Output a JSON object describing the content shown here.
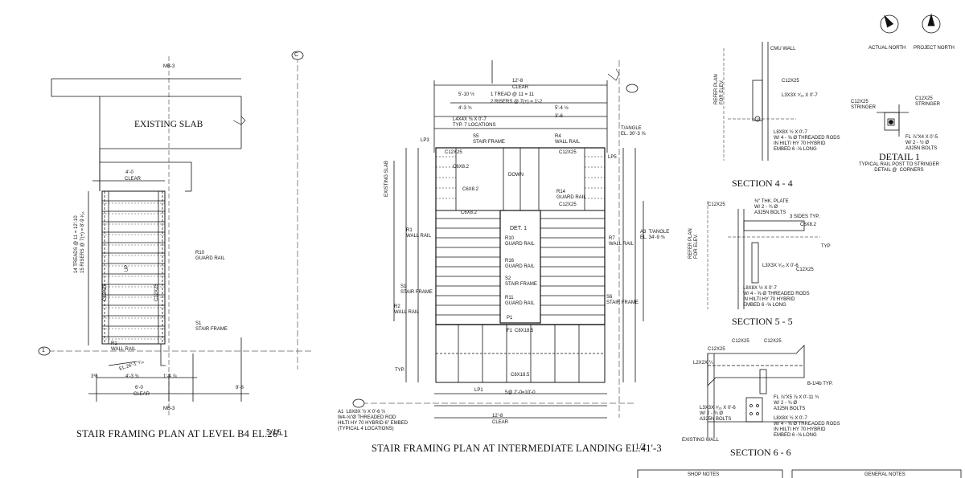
{
  "plan_b4": {
    "existing_slab": "EXISTING SLAB",
    "grid_c": "C",
    "grid_1": "1",
    "mb_tag": "MB-3",
    "clear_top": "4'-0",
    "clear_top_lbl": "CLEAR",
    "guard_rail": "R10\nGUARD RAIL",
    "stair_frame": "S1\nSTAIR FRAME",
    "wall_rail": "R1\nWALL RAIL",
    "c12x25": "C12X25",
    "treads": "14 TREADS @  11 = 12'-10",
    "risers": "15 RISERS @  7(+) = 8'-9 ¹⁄₁₆",
    "up": "UP",
    "el": "EL.26'-1 ⁵⁄₁₆",
    "dim_bottom": "4'-3 ¾",
    "dim_338": "3⅜",
    "dim_147": "1'-4 ⅞",
    "clear_bottom": "6'-0",
    "clear_bottom_lbl": "CLEAR",
    "dim_98": "9'-8",
    "title": "STAIR FRAMING PLAN AT LEVEL B4 EL.26'-1",
    "scale": "5/16"
  },
  "plan_land": {
    "dim_128": "12'-8",
    "clear": "CLEAR",
    "tread1": "1 TREAD @   11 = 11",
    "risers2": "2 RISERS @   7(+) = 1'-2",
    "dim_51": "5'-10 ½",
    "dim_43": "4'-3 ¾",
    "dim_36": "3'-6",
    "dim_54": "5'-4 ⅛",
    "angle_note": "L4X4X ⅜ X 0'-7\nTYP. 7 LOCATIONS",
    "s5": "S5\nSTAIR FRAME",
    "r4": "R4\nWALL RAIL",
    "t_angle": "T/ANGLE\nEL. 30'-3 ⅝",
    "t_angle2": "A3  T/ANGLE\nEL. 34'-9 ⅜",
    "lp3": "LP3",
    "lp5": "LP5",
    "lp1": "LP1",
    "c6": "C6X8.2",
    "c12": "C12X25",
    "c8": "C8X18.5",
    "down": "DOWN",
    "det1": "DET. 1",
    "r10": "R10\nGUARD RAIL",
    "r16": "R16\nGUARD RAIL",
    "s2": "S2\nSTAIR FRAME",
    "r11": "R11\nGUARD RAIL",
    "r14": "R14\nGUARD RAIL",
    "r7": "R7\nWALL RAIL",
    "s6": "S6\nSTAIR FRAME",
    "r1": "R1\nWALL RAIL",
    "s1": "S1\nSTAIR FRAME",
    "r2": "R2\nWALL RAIL",
    "p1": "P1",
    "f1": "F1",
    "existing_slab": "EXISTING SLAB",
    "typ": "TYP.",
    "bottom_spacing": "5@ 2'-0=10'-0",
    "a1_note": "A1  L8X8X ½ X 0'-6 ½\nW4-⅝\"Ø THREADED ROD\nHILTI HY 70 HYBRID 6\" EMBED\n(TYPICAL 4 LOCATIONS)",
    "title": "STAIR FRAMING PLAN AT INTERMEDIATE LANDING EL.41'-3",
    "scale": "1/2"
  },
  "north": {
    "actual": "ACTUAL NORTH",
    "project": "PROJECT NORTH"
  },
  "sections": {
    "s44_title": "SECTION  4 - 4",
    "s55_title": "SECTION  5 - 5",
    "s66_title": "SECTION  6 - 6",
    "det1_title": "DETAIL  1",
    "det1_sub": "TYPICAL RAIL POST TO STRINGER\nDETAIL @  CORNERS",
    "cmu": "CMU WALL",
    "refer": "REFER PLAN\nFOR ELEV.",
    "c12": "C12X25",
    "l3x3": "L3X3X ⁵⁄₁₆ X 0'-7",
    "l8x8": "L8X8X ½ X 0'-7\nW/ 4 - ⅝ Ø THREADED RODS\nIN HILTI HY 70 HYBRID\nEMBED 6 -⅝ LONG",
    "plate": "⅜\" THK. PLATE\nW/ 2 - ¾ Ø\nA325N BOLTS",
    "sides": "3 SIDES TYP.",
    "c6": "C6X8.2",
    "l3x3b": "L3X3X ⁵⁄₁₆ X 0'-6",
    "typ": "TYP",
    "det_stringer": "C12X25\nSTRINGER",
    "det_fl": "FL ⅞\"X4 X 0'-5\nW/ 2 - ½ Ø\nA325N BOLTS",
    "l2x2": "L2X2X ¼",
    "b14": "B-1/4b TYP.",
    "fl_plate": "FL ⅞\"X5 ⅞ X 0'-11 ¾\nW/ 2 - ¾ Ø\nA325N BOLTS",
    "l3x3c": "L3X3X ⁵⁄₁₆ X 0'-6\nW/ 2 - ¾ Ø\nA325N BOLTS",
    "existing_wall": "EXISTING WALL"
  },
  "footer": {
    "shop_notes": "SHOP NOTES",
    "general_notes": "GENERAL NOTES"
  }
}
